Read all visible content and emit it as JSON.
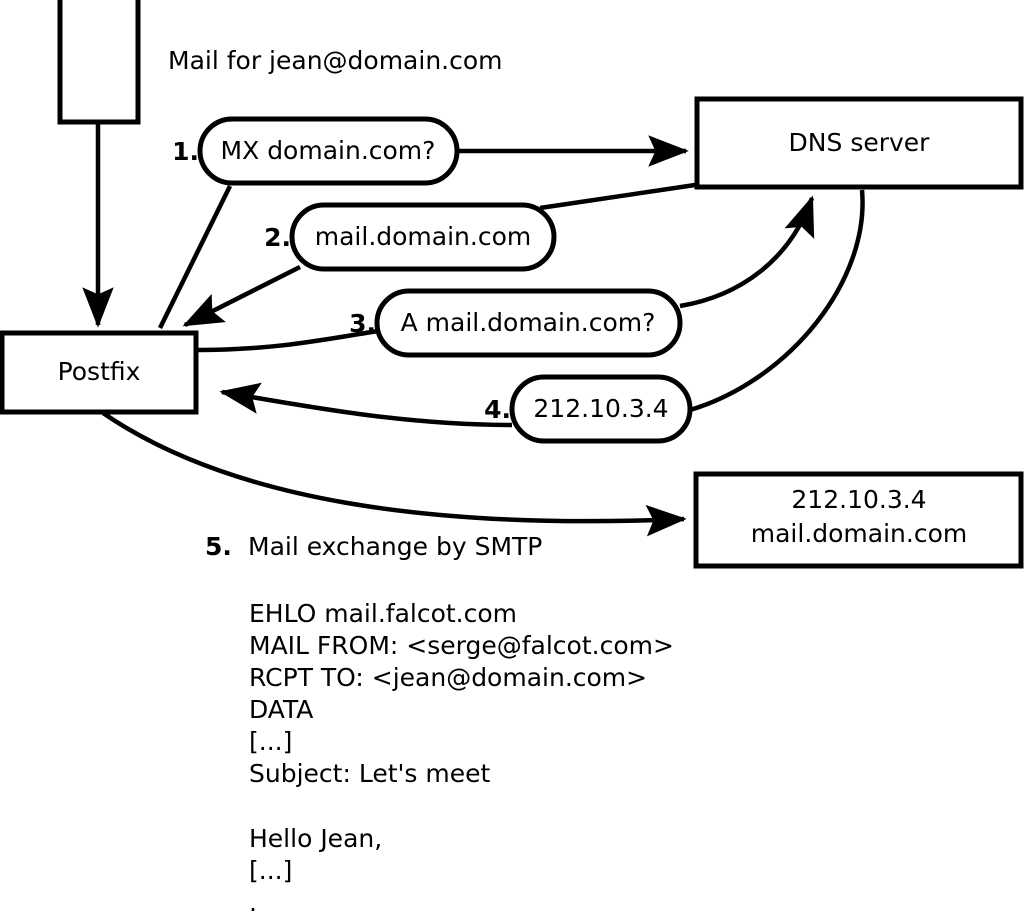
{
  "diagram": {
    "title_text": "Mail for jean@domain.com",
    "nodes": {
      "client": {
        "label": ""
      },
      "postfix": {
        "label": "Postfix"
      },
      "dns": {
        "label": "DNS server"
      },
      "mailserver": {
        "line1": "212.10.3.4",
        "line2": "mail.domain.com"
      }
    },
    "steps": [
      {
        "num": "1.",
        "label": "MX domain.com?"
      },
      {
        "num": "2.",
        "label": "mail.domain.com"
      },
      {
        "num": "3.",
        "label": "A mail.domain.com?"
      },
      {
        "num": "4.",
        "label": "212.10.3.4"
      }
    ],
    "step5": {
      "num": "5.",
      "label": "Mail exchange by SMTP"
    },
    "transcript": [
      "EHLO mail.falcot.com",
      "MAIL FROM: <serge@falcot.com>",
      "RCPT TO: <jean@domain.com>",
      "DATA",
      "[...]",
      "Subject: Let's meet",
      "",
      "Hello Jean,",
      "[...]",
      "."
    ],
    "colors": {
      "stroke": "#000000",
      "fill": "#ffffff",
      "background": "#ffffff"
    }
  }
}
